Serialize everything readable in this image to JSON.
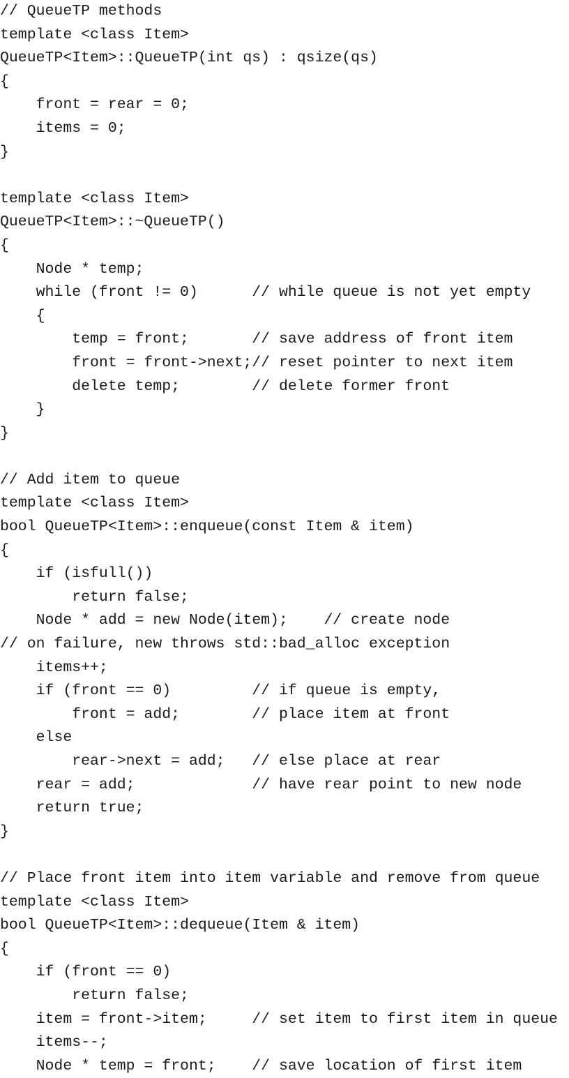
{
  "code": {
    "lines": [
      "// QueueTP methods",
      "template <class Item>",
      "QueueTP<Item>::QueueTP(int qs) : qsize(qs)",
      "{",
      "    front = rear = 0;",
      "    items = 0;",
      "}",
      "",
      "template <class Item>",
      "QueueTP<Item>::~QueueTP()",
      "{",
      "    Node * temp;",
      "    while (front != 0)      // while queue is not yet empty",
      "    {",
      "        temp = front;       // save address of front item",
      "        front = front->next;// reset pointer to next item",
      "        delete temp;        // delete former front",
      "    }",
      "}",
      "",
      "// Add item to queue",
      "template <class Item>",
      "bool QueueTP<Item>::enqueue(const Item & item)",
      "{",
      "    if (isfull())",
      "        return false;",
      "    Node * add = new Node(item);    // create node",
      "// on failure, new throws std::bad_alloc exception",
      "    items++;",
      "    if (front == 0)         // if queue is empty,",
      "        front = add;        // place item at front",
      "    else",
      "        rear->next = add;   // else place at rear",
      "    rear = add;             // have rear point to new node",
      "    return true;",
      "}",
      "",
      "// Place front item into item variable and remove from queue",
      "template <class Item>",
      "bool QueueTP<Item>::dequeue(Item & item)",
      "{",
      "    if (front == 0)",
      "        return false;",
      "    item = front->item;     // set item to first item in queue",
      "    items--;",
      "    Node * temp = front;    // save location of first item"
    ]
  }
}
